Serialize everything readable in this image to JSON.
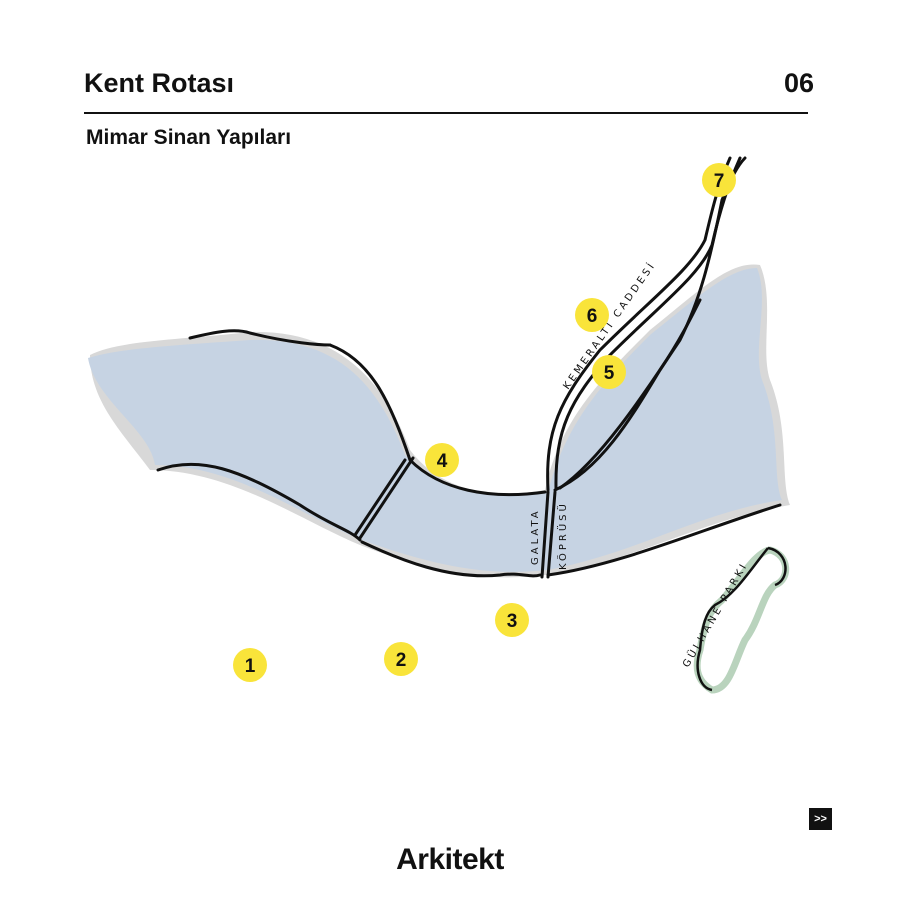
{
  "header": {
    "title": "Kent Rotası",
    "issue_number": "06",
    "subtitle": "Mimar Sinan Yapıları"
  },
  "map": {
    "water_color": "#c6d3e3",
    "park_color": "#b9d3bd",
    "marker_color": "#f9e43a",
    "labels": {
      "street": "KEMERALTI CADDESİ",
      "bridge_left": "GALATA",
      "bridge_right": "KÖPRÜSÜ",
      "park": "GÜLHANE PARKI"
    },
    "markers": [
      "1",
      "2",
      "3",
      "4",
      "5",
      "6",
      "7"
    ]
  },
  "footer": {
    "next_label": ">>",
    "brand": "Arkitekt"
  }
}
